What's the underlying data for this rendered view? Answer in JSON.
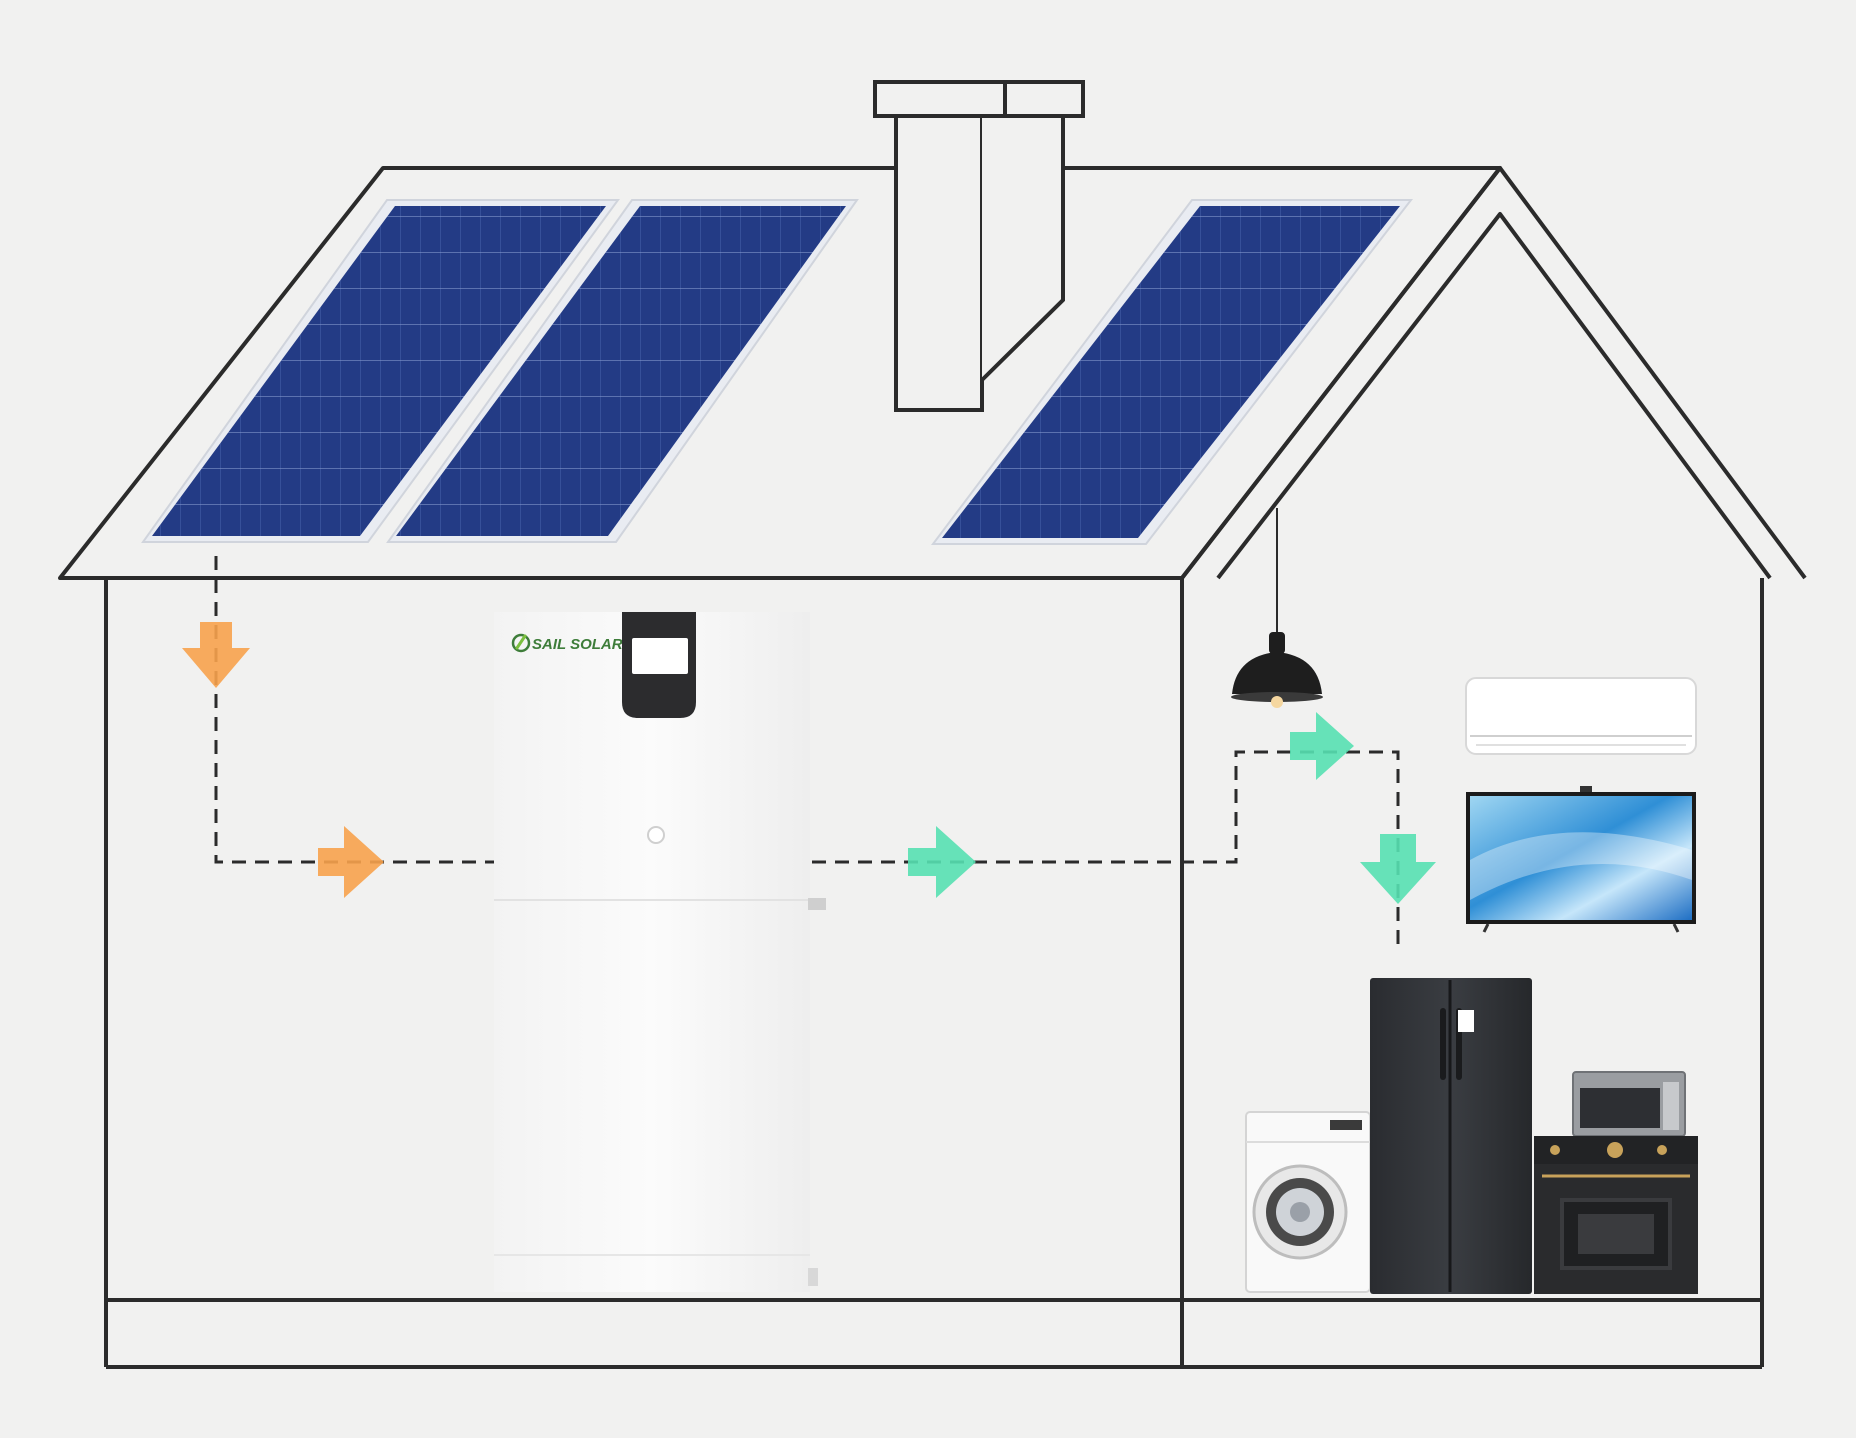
{
  "brand": {
    "name": "SAIL SOLAR",
    "color": "#3e7d3a"
  },
  "colors": {
    "outline": "#2b2b2b",
    "panel": "#243d86",
    "panel_frame": "#e9ecf2",
    "arrow_solar": "#f7a24d",
    "arrow_output": "#56e0b1",
    "background": "#f1f1f0",
    "inverter_body": "#f8f8f8",
    "appliance_dark": "#2a2c30"
  },
  "icons": [
    "solar-panel-icon",
    "chimney-icon",
    "inverter-battery-icon",
    "pendant-lamp-icon",
    "air-conditioner-icon",
    "television-icon",
    "washing-machine-icon",
    "refrigerator-icon",
    "microwave-icon",
    "oven-icon"
  ],
  "flows": [
    {
      "from": "solar-panels",
      "to": "inverter",
      "color": "arrow_solar"
    },
    {
      "from": "inverter",
      "to": "home-appliances",
      "color": "arrow_output"
    }
  ]
}
